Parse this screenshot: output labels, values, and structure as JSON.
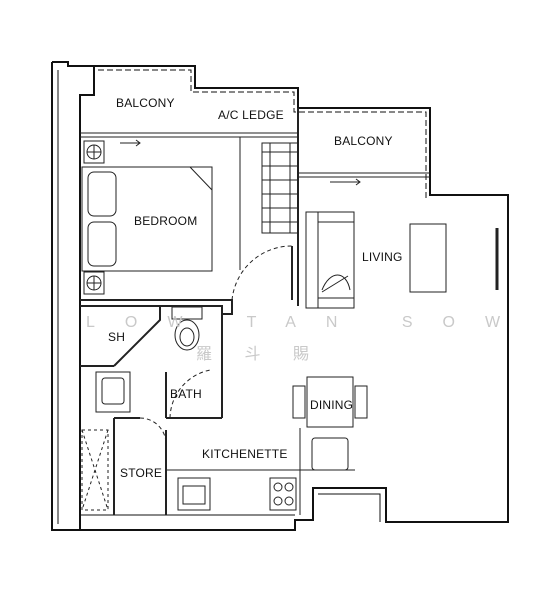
{
  "rooms": {
    "balcony_1": "BALCONY",
    "ac_ledge": "A/C LEDGE",
    "balcony_2": "BALCONY",
    "bedroom": "BEDROOM",
    "living": "LIVING",
    "sh": "SH",
    "bath": "BATH",
    "dining": "DINING",
    "kitchenette": "KITCHENETTE",
    "store": "STORE"
  },
  "watermark": {
    "text": "LOW TAN SOW",
    "chinese": "羅 斗 賜"
  },
  "colors": {
    "wall": "#111111",
    "line": "#222222",
    "watermark": "#c9c9c9",
    "background": "#ffffff"
  }
}
